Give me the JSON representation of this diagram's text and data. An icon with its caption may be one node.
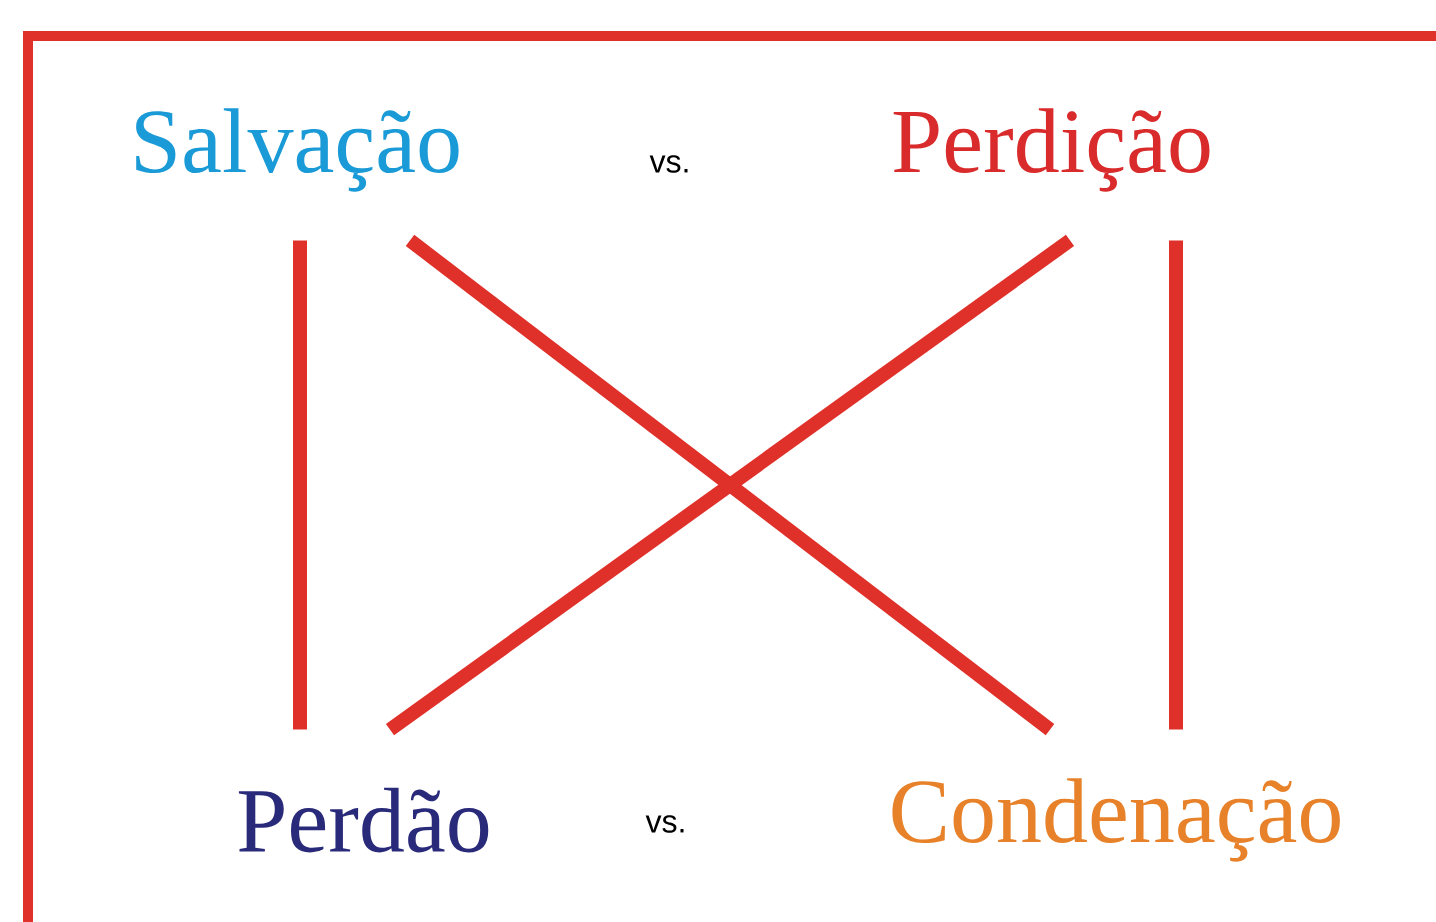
{
  "diagram": {
    "nodes": [
      {
        "text": [
          "Salvação"
        ]
      },
      {
        "text": [
          "Perdição"
        ]
      },
      {
        "text": [
          "Perdão"
        ]
      },
      {
        "text": [
          "Condenação"
        ]
      }
    ],
    "edges": [
      {
        "from": 0,
        "to": 2,
        "arrow": "none"
      },
      {
        "from": 0,
        "to": 3,
        "arrow": "none"
      },
      {
        "from": 1,
        "to": 2,
        "arrow": "none"
      },
      {
        "from": 1,
        "to": 3,
        "arrow": "none"
      }
    ],
    "labels": [
      "vs.",
      "vs."
    ]
  }
}
